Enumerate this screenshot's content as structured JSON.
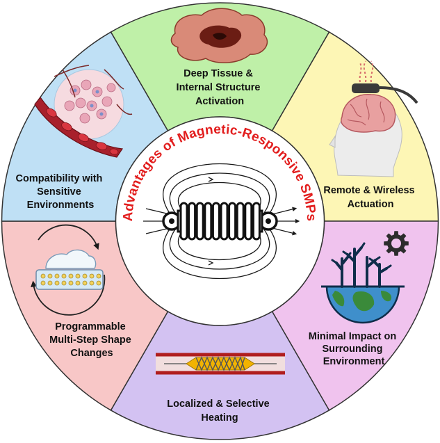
{
  "diagram": {
    "title": "Advantages of Magnetic-Responsive SMPs",
    "segments": [
      {
        "id": "deep-tissue",
        "lines": [
          "Deep Tissue &",
          "Internal Structure",
          "Activation"
        ],
        "color": "#bff0a8",
        "icon": "tissue-icon"
      },
      {
        "id": "remote-wireless",
        "lines": [
          "Remote & Wireless",
          "Actuation"
        ],
        "color": "#fdf6b5",
        "icon": "brain-head-icon"
      },
      {
        "id": "minimal-impact",
        "lines": [
          "Minimal Impact on",
          "Surrounding",
          "Environment"
        ],
        "color": "#f0c3ee",
        "icon": "earth-gear-icon"
      },
      {
        "id": "localized-heating",
        "lines": [
          "Localized & Selective",
          "Heating"
        ],
        "color": "#d3c2f2",
        "icon": "stent-vessel-icon"
      },
      {
        "id": "programmable",
        "lines": [
          "Programmable",
          "Multi-Step Shape",
          "Changes"
        ],
        "color": "#f8c7c7",
        "icon": "shape-change-icon"
      },
      {
        "id": "compatibility",
        "lines": [
          "Compatibility with",
          "Sensitive",
          "Environments"
        ],
        "color": "#bfe0f5",
        "icon": "blood-cells-icon"
      }
    ],
    "center_icon": "electromagnet-coil-icon",
    "colors": {
      "title": "#e21d1d",
      "ring_border": "#333333",
      "center": "#ffffff"
    }
  }
}
